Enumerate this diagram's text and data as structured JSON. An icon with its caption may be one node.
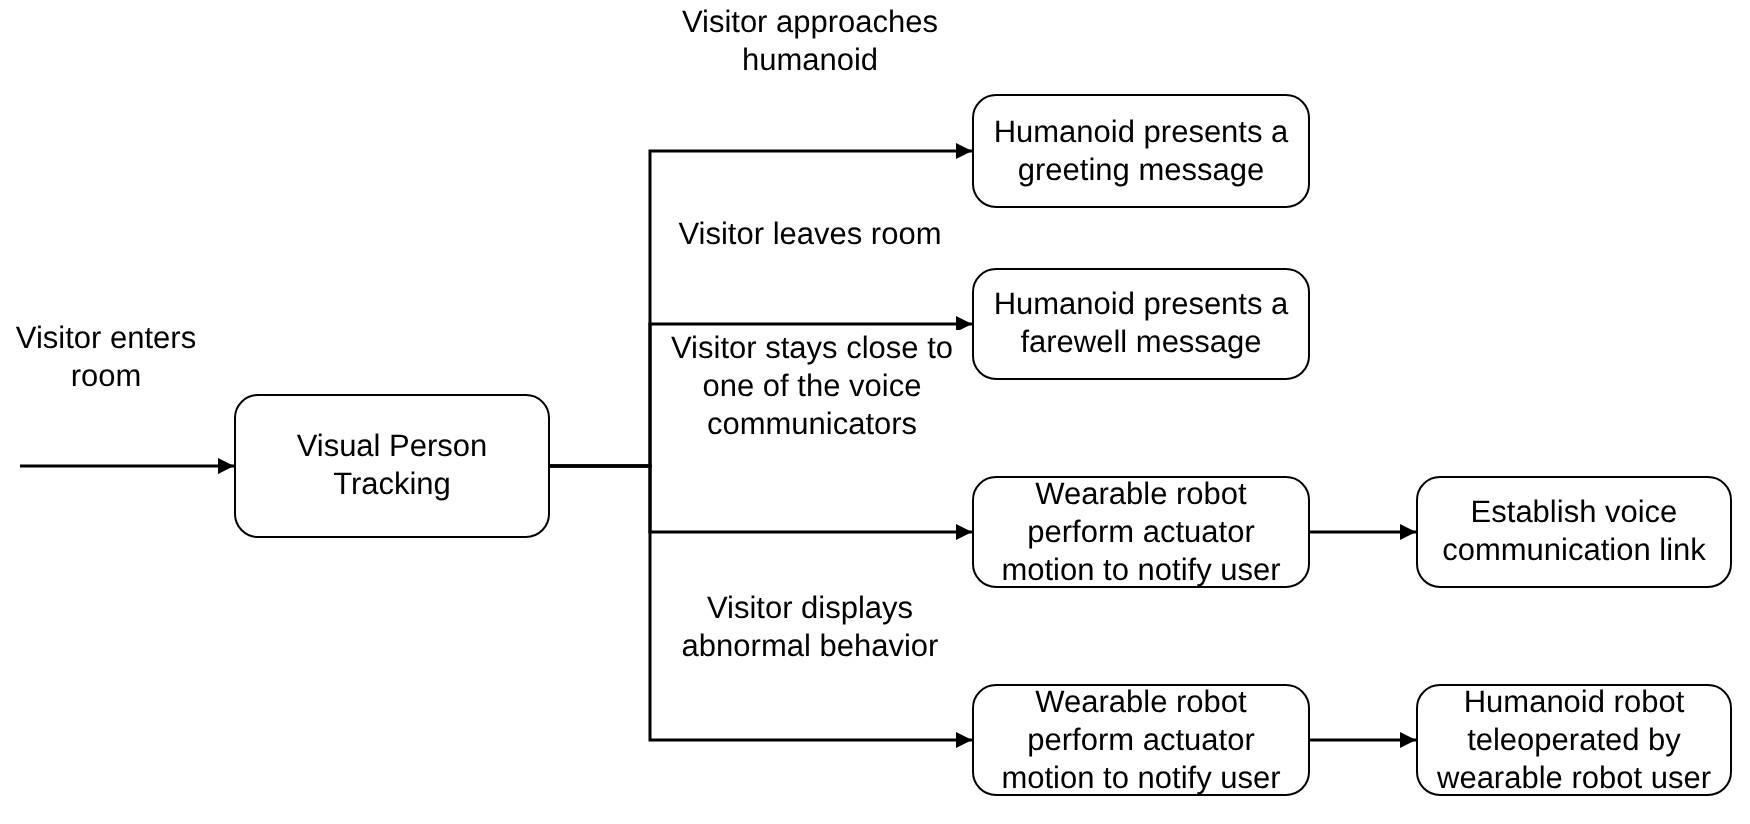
{
  "diagram": {
    "nodes": [
      {
        "text": [
          "Visual Person Tracking"
        ]
      },
      {
        "text": [
          "Humanoid presents a greeting message"
        ]
      },
      {
        "text": [
          "Humanoid presents a farewell message"
        ]
      },
      {
        "text": [
          "Wearable robot perform actuator motion to notify user"
        ]
      },
      {
        "text": [
          "Establish voice communication link"
        ]
      },
      {
        "text": [
          "Wearable robot perform actuator motion to notify user"
        ]
      },
      {
        "text": [
          "Humanoid robot teleoperated by wearable robot user"
        ]
      }
    ],
    "edges": [
      {
        "from": null,
        "to": 0,
        "arrow": "to",
        "label": "Visitor enters room"
      },
      {
        "from": 0,
        "to": 1,
        "arrow": "to",
        "label": "Visitor approaches humanoid"
      },
      {
        "from": 0,
        "to": 2,
        "arrow": "to",
        "label": "Visitor leaves room"
      },
      {
        "from": 0,
        "to": 3,
        "arrow": "to",
        "label": "Visitor stays close to one of the voice communicators"
      },
      {
        "from": 0,
        "to": 5,
        "arrow": "to",
        "label": "Visitor displays abnormal behavior"
      },
      {
        "from": 3,
        "to": 4,
        "arrow": "to"
      },
      {
        "from": 5,
        "to": 6,
        "arrow": "to"
      }
    ]
  }
}
